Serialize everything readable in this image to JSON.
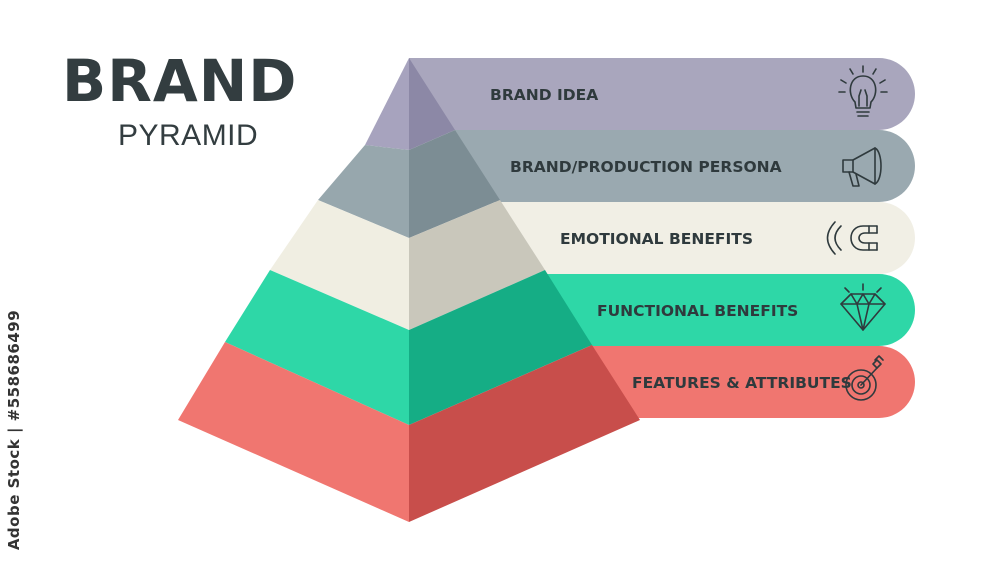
{
  "title": {
    "main": "BRAND",
    "sub": "PYRAMID"
  },
  "stock_id": "Adobe Stock | #558686499",
  "levels": [
    {
      "label": "BRAND IDEA",
      "icon": "lightbulb-icon",
      "colors": {
        "left": "#a7a3be",
        "right": "#8c88a6",
        "band": "#a9a6bd"
      }
    },
    {
      "label": "BRAND/PRODUCTION PERSONA",
      "icon": "megaphone-icon",
      "colors": {
        "left": "#97a7ad",
        "right": "#7c8d94",
        "band": "#9aa9b0"
      }
    },
    {
      "label": "EMOTIONAL BENEFITS",
      "icon": "magnet-icon",
      "colors": {
        "left": "#f0eee2",
        "right": "#c9c7bb",
        "band": "#f1efe5"
      }
    },
    {
      "label": "FUNCTIONAL BENEFITS",
      "icon": "diamond-icon",
      "colors": {
        "left": "#2ed7a7",
        "right": "#15ad85",
        "band": "#2ed7a7"
      }
    },
    {
      "label": "FEATURES & ATTRIBUTES",
      "icon": "target-icon",
      "colors": {
        "left": "#f07670",
        "right": "#c84e4b",
        "band": "#f07670"
      }
    }
  ]
}
